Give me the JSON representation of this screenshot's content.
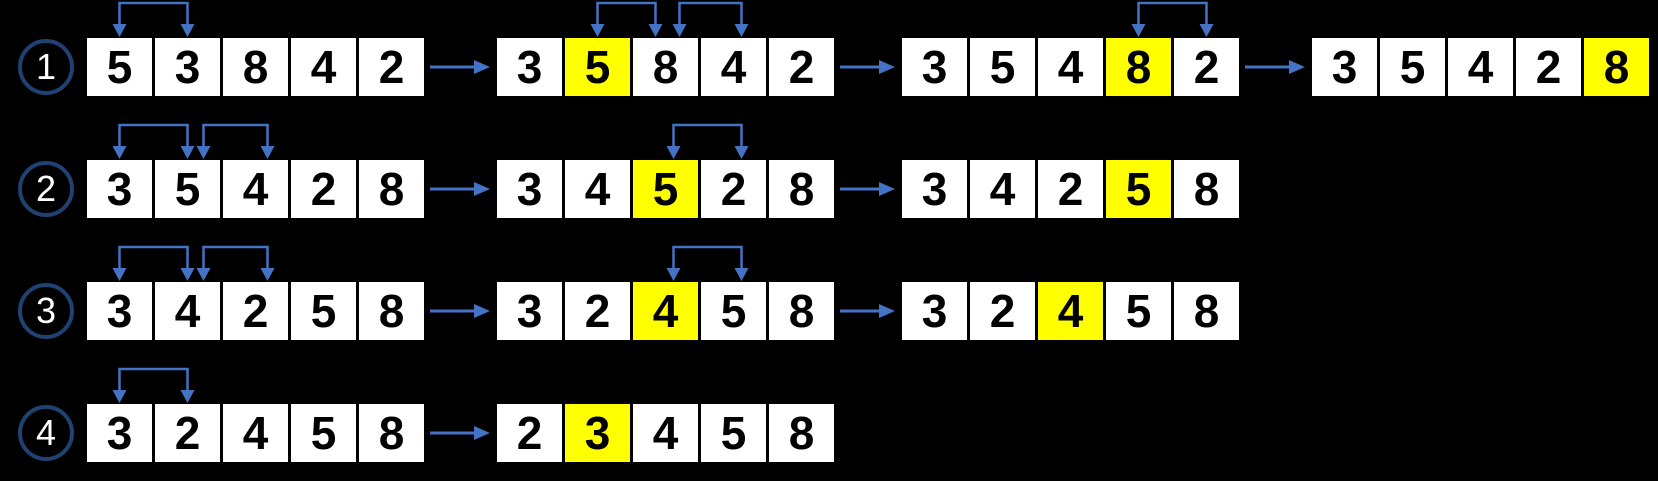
{
  "colors": {
    "background": "#000000",
    "cell_background": "#FFFFFF",
    "cell_text": "#000000",
    "highlight": "#FFFF00",
    "arrow_blue": "#4472C4",
    "pass_badge_ring": "#1F4272",
    "pass_badge_text": "#FFFFFF"
  },
  "passes": [
    {
      "label": "1",
      "steps": [
        {
          "values": [
            "5",
            "3",
            "8",
            "4",
            "2"
          ],
          "highlight": null,
          "brackets": [
            [
              0,
              1,
              0,
              0
            ]
          ]
        },
        {
          "values": [
            "3",
            "5",
            "8",
            "4",
            "2"
          ],
          "highlight": 1,
          "brackets": [
            [
              1,
              2,
              0,
              -10
            ],
            [
              2,
              3,
              14,
              8
            ]
          ]
        },
        {
          "values": [
            "3",
            "5",
            "4",
            "8",
            "2"
          ],
          "highlight": 3,
          "brackets": [
            [
              3,
              4,
              0,
              0
            ]
          ]
        },
        {
          "values": [
            "3",
            "5",
            "4",
            "2",
            "8"
          ],
          "highlight": 4,
          "brackets": []
        }
      ]
    },
    {
      "label": "2",
      "steps": [
        {
          "values": [
            "3",
            "5",
            "4",
            "2",
            "8"
          ],
          "highlight": null,
          "brackets": [
            [
              0,
              1,
              0,
              0
            ],
            [
              1,
              2,
              16,
              12
            ]
          ]
        },
        {
          "values": [
            "3",
            "4",
            "5",
            "2",
            "8"
          ],
          "highlight": 2,
          "brackets": [
            [
              2,
              3,
              8,
              8
            ]
          ]
        },
        {
          "values": [
            "3",
            "4",
            "2",
            "5",
            "8"
          ],
          "highlight": 3,
          "brackets": []
        }
      ]
    },
    {
      "label": "3",
      "steps": [
        {
          "values": [
            "3",
            "4",
            "2",
            "5",
            "8"
          ],
          "highlight": null,
          "brackets": [
            [
              0,
              1,
              0,
              0
            ],
            [
              1,
              2,
              16,
              12
            ]
          ]
        },
        {
          "values": [
            "3",
            "2",
            "4",
            "5",
            "8"
          ],
          "highlight": 2,
          "brackets": [
            [
              2,
              3,
              8,
              8
            ]
          ]
        },
        {
          "values": [
            "3",
            "2",
            "4",
            "5",
            "8"
          ],
          "highlight": 2,
          "brackets": []
        }
      ]
    },
    {
      "label": "4",
      "steps": [
        {
          "values": [
            "3",
            "2",
            "4",
            "5",
            "8"
          ],
          "highlight": null,
          "brackets": [
            [
              0,
              1,
              0,
              0
            ]
          ]
        },
        {
          "values": [
            "2",
            "3",
            "4",
            "5",
            "8"
          ],
          "highlight": 1,
          "brackets": []
        }
      ]
    }
  ]
}
